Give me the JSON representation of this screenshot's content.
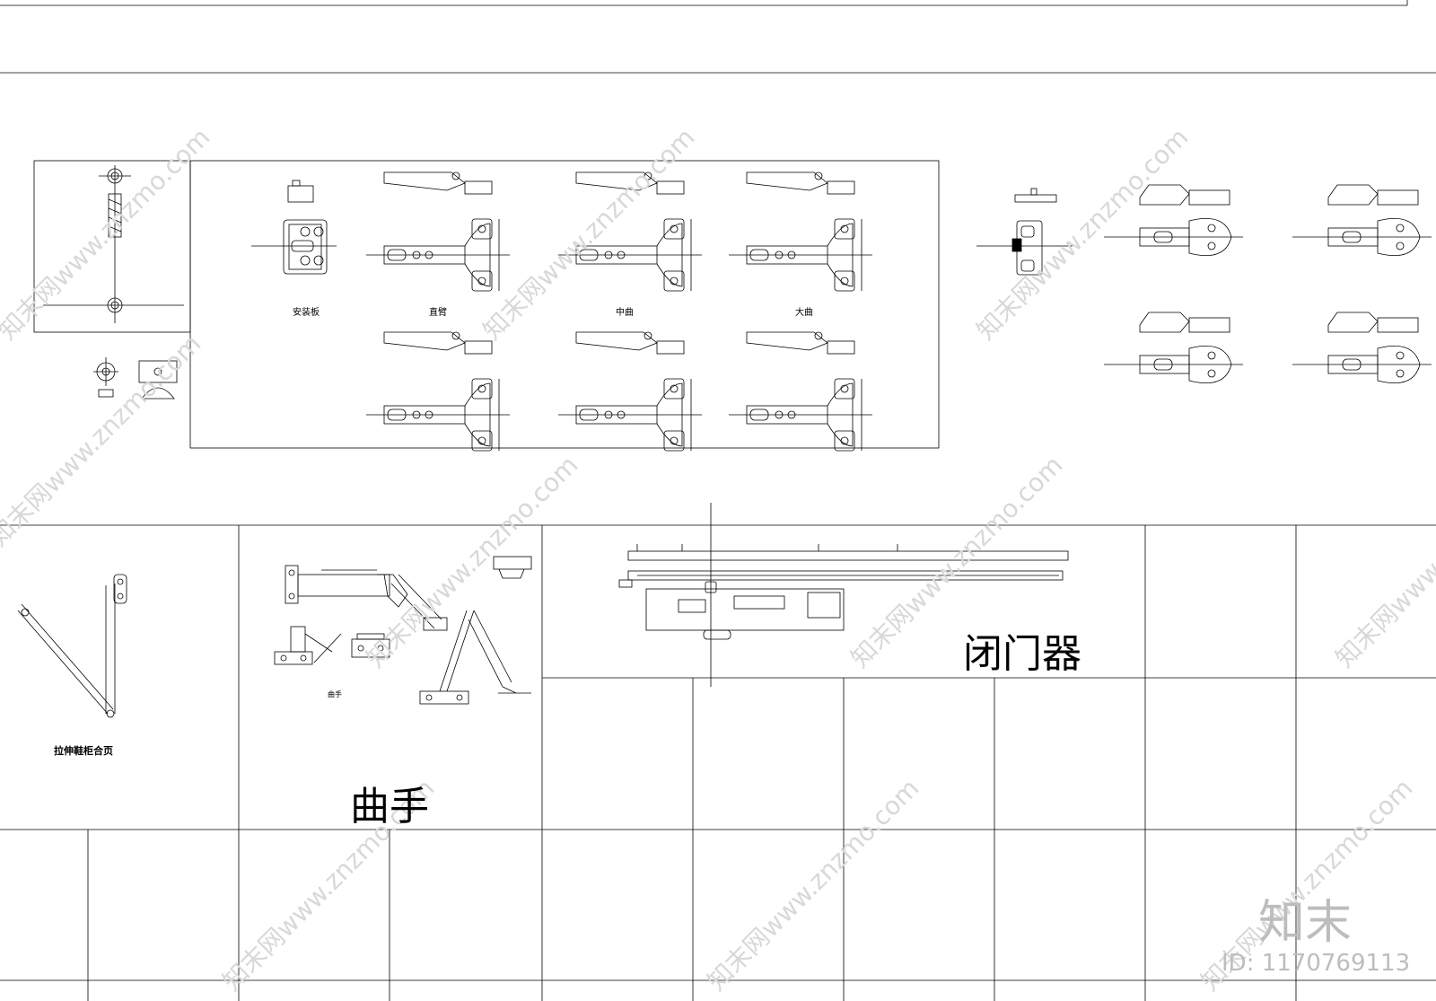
{
  "labels": {
    "mounting_plate": "安装板",
    "straight_arm": "直臂",
    "half_bend": "中曲",
    "full_bend": "大曲",
    "shoe_cabinet_hinge": "拉伸鞋柜合页",
    "crank_small": "曲手",
    "crank_title": "曲手",
    "door_closer": "闭门器"
  },
  "watermark": {
    "text": "知末网www.znzmo.com",
    "brand": "知末",
    "id": "ID: 1170769113"
  }
}
